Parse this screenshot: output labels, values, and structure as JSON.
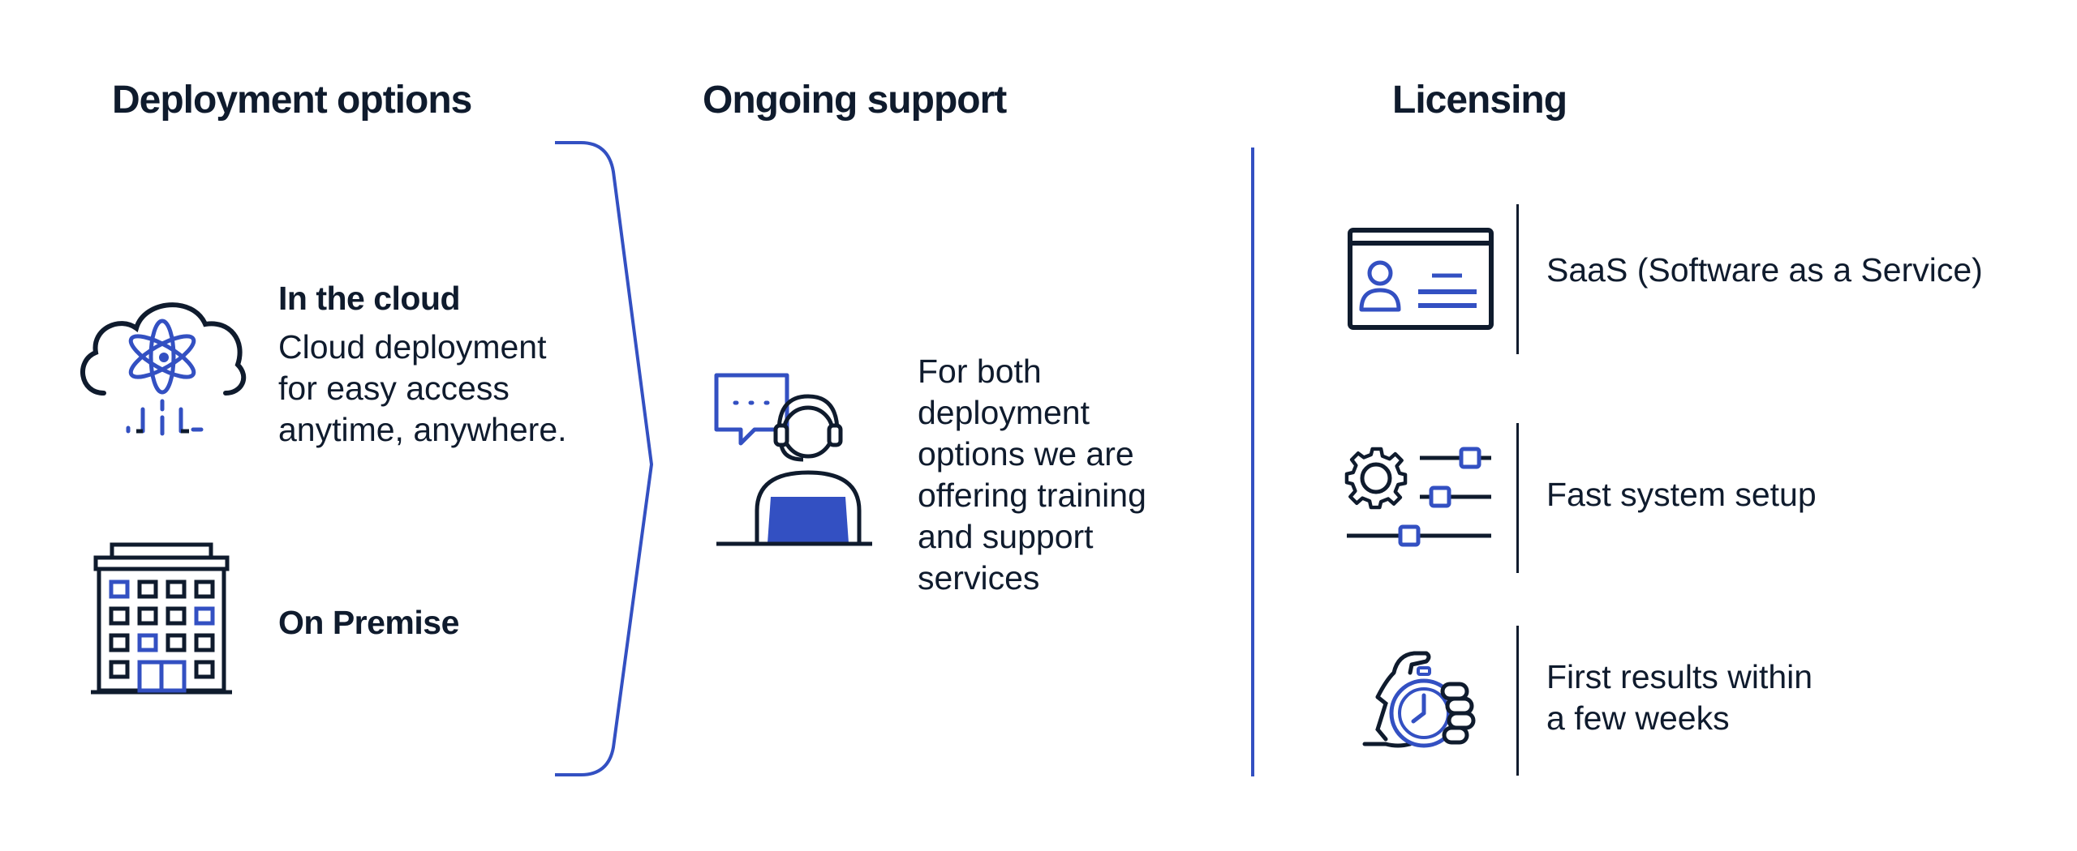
{
  "deployment": {
    "heading": "Deployment options",
    "cloud": {
      "title": "In the cloud",
      "lines": [
        "Cloud deployment",
        "for easy access",
        "anytime, anywhere."
      ],
      "icon": "cloud-atom-icon"
    },
    "premise": {
      "title": "On Premise",
      "icon": "office-building-icon"
    }
  },
  "support": {
    "heading": "Ongoing support",
    "lines": [
      "For both",
      "deployment",
      "options we are",
      "offering training",
      "and support",
      "services"
    ],
    "icon": "support-agent-icon"
  },
  "licensing": {
    "heading": "Licensing",
    "items": [
      {
        "lines": [
          "SaaS (Software as a Service)"
        ],
        "icon": "id-card-icon"
      },
      {
        "lines": [
          "Fast system setup"
        ],
        "icon": "settings-sliders-icon"
      },
      {
        "lines": [
          "First results within",
          "a few weeks"
        ],
        "icon": "stopwatch-hand-icon"
      }
    ]
  },
  "colors": {
    "navy": "#0f1b2d",
    "accent": "#3350c2"
  }
}
